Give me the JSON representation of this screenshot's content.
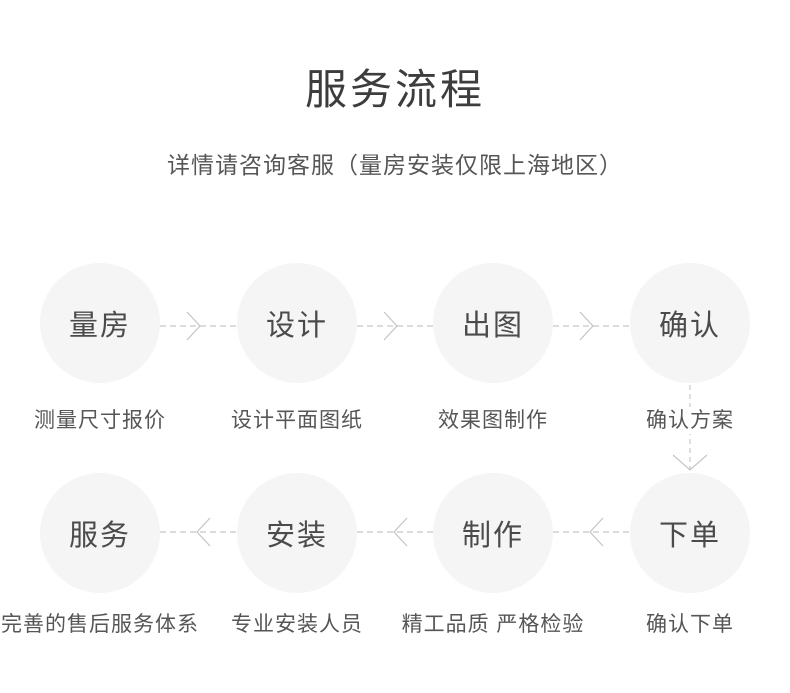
{
  "page": {
    "title": "服务流程",
    "subtitle": "详情请咨询客服（量房安装仅限上海地区）"
  },
  "flow": {
    "row1": {
      "direction": "left-to-right",
      "steps": [
        {
          "label": "量房",
          "caption": "测量尺寸报价"
        },
        {
          "label": "设计",
          "caption": "设计平面图纸"
        },
        {
          "label": "出图",
          "caption": "效果图制作"
        },
        {
          "label": "确认",
          "caption": "确认方案"
        }
      ]
    },
    "row2": {
      "direction": "right-to-left",
      "steps": [
        {
          "label": "服务",
          "caption": "完善的售后服务体系"
        },
        {
          "label": "安装",
          "caption": "专业安装人员"
        },
        {
          "label": "制作",
          "caption": "精工品质 严格检验"
        },
        {
          "label": "下单",
          "caption": "确认下单"
        }
      ]
    },
    "connectors": {
      "row1_icon": "arrow-right-dashed",
      "row2_icon": "arrow-left-dashed",
      "between_rows_icon": "arrow-down-dashed"
    }
  },
  "colors": {
    "background": "#ffffff",
    "title_text": "#3d3d3d",
    "subtitle_text": "#565656",
    "circle_fill": "#f5f5f5",
    "circle_text": "#4b4b4b",
    "caption_text": "#565656",
    "arrow": "#c8c8c8"
  }
}
